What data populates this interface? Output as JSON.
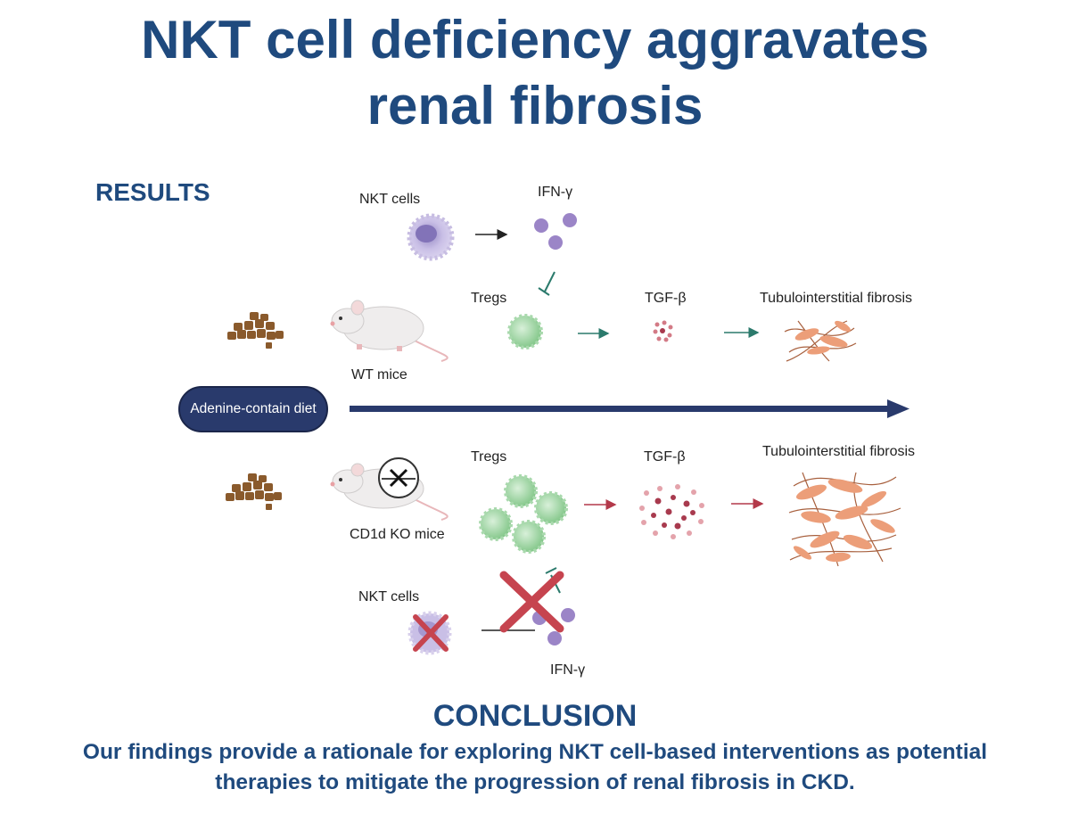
{
  "title": {
    "line1": "NKT cell deficiency aggravates",
    "line2": "renal fibrosis"
  },
  "results_heading": "RESULTS",
  "top_pathway": {
    "nkt_label": "NKT cells",
    "ifn_label": "IFN-γ",
    "tregs_label": "Tregs",
    "tgf_label": "TGF-β",
    "fibrosis_label": "Tubulointerstitial fibrosis",
    "mouse_label": "WT mice"
  },
  "diet_label": "Adenine-contain diet",
  "bottom_pathway": {
    "mouse_label": "CD1d KO mice",
    "tregs_label": "Tregs",
    "tgf_label": "TGF-β",
    "fibrosis_label": "Tubulointerstitial fibrosis",
    "nkt_label": "NKT cells",
    "ifn_label": "IFN-γ"
  },
  "conclusion": {
    "heading": "CONCLUSION",
    "line1": "Our findings provide a rationale for exploring NKT cell-based interventions as potential",
    "line2": "therapies to mitigate the progression of renal fibrosis in CKD."
  },
  "colors": {
    "title": "#1f4a7e",
    "timeline_arrow": "#293a6c",
    "treg": "#8fce94",
    "nkt": "#b3a6d9",
    "ifn": "#9b85c7",
    "fibrosis": "#ec9e79",
    "inhibition_cross": "#c6444f"
  }
}
